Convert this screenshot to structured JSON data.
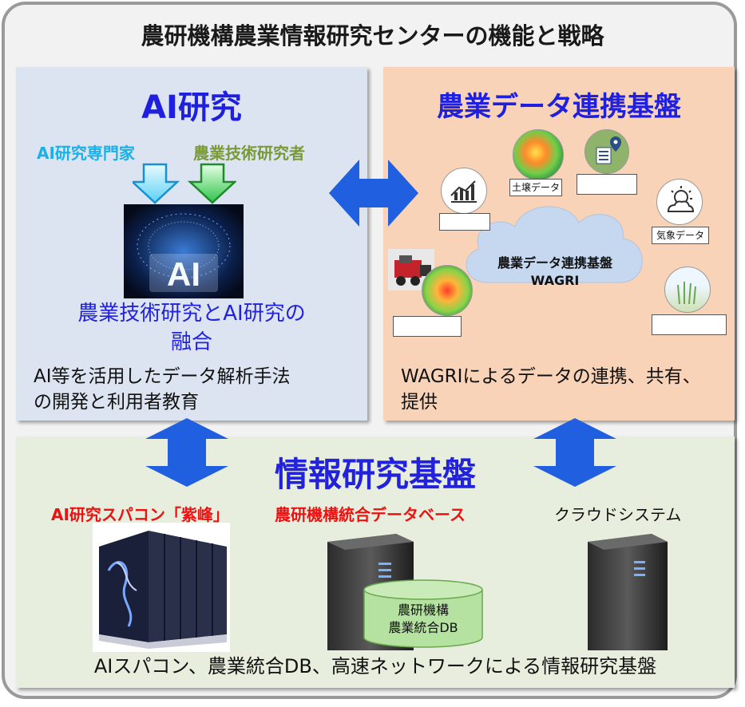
{
  "title": "農研機構農業情報研究センターの機能と戦略",
  "ai_section": {
    "heading": "AI研究",
    "expert_label": "AI研究専門家",
    "researcher_label": "農業技術研究者",
    "ai_chip_text": "AI",
    "fusion_line1": "農業技術研究とAI研究の",
    "fusion_line2": "融合",
    "description_line1": "AI等を活用したデータ解析手法",
    "description_line2": "の開発と利用者教育"
  },
  "data_section": {
    "heading": "農業データ連携基盤",
    "cloud_line1": "農業データ連携基盤",
    "cloud_line2": "WAGRI",
    "soil_label": "土壌データ",
    "weather_label": "気象データ",
    "description_line1": "WAGRIによるデータの連携、共有、",
    "description_line2": "提供"
  },
  "info_section": {
    "heading": "情報研究基盤",
    "supercomputer_label": "AI研究スパコン「紫峰」",
    "database_label": "農研機構統合データベース",
    "cloud_system_label": "クラウドシステム",
    "db_cylinder_line1": "農研機構",
    "db_cylinder_line2": "農業統合DB",
    "footer": "AIスパコン、農業統合DB、高速ネットワークによる情報研究基盤"
  },
  "colors": {
    "ai_panel": "#dbe4f0",
    "data_panel": "#f8d3b8",
    "info_panel": "#e7eedd",
    "heading_blue": "#1f1fe0",
    "label_red": "#ee1111",
    "expert_cyan": "#1ab0e8",
    "researcher_green": "#7a9a3a",
    "arrow_blue": "#1f5fe0"
  },
  "icons": [
    "chart-icon",
    "weather-icon",
    "map-pin-icon",
    "harvester-icon",
    "crop-icon",
    "server-icon",
    "database-icon",
    "supercomputer-icon"
  ]
}
